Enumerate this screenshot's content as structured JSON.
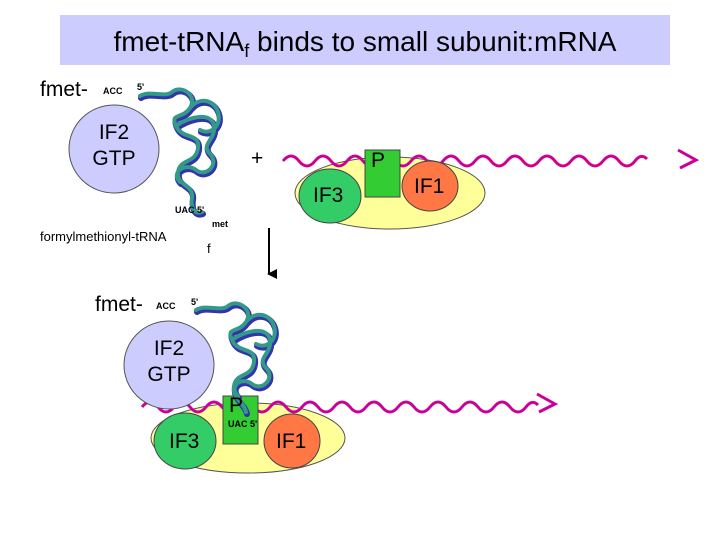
{
  "title": {
    "main": "fmet-tRNA",
    "subscript": "f",
    "rest": " binds to small subunit:mRNA"
  },
  "top": {
    "fmet_prefix": "fmet-",
    "acc": "ACC",
    "five_prime_top": "5'",
    "uac": "UAC 5'",
    "if2_line1": "IF2",
    "if2_line2": "GTP",
    "plus": "+",
    "p_site": "P",
    "if3": "IF3",
    "if1": "IF1",
    "trna_name": "formylmethionyl-tRNA",
    "trna_sup": "met",
    "trna_sub": "f"
  },
  "bottom": {
    "fmet_prefix": "fmet-",
    "acc": "ACC",
    "five_prime_top": "5'",
    "uac": "UAC 5'",
    "if2_line1": "IF2",
    "if2_line2": "GTP",
    "p_site": "P",
    "if3": "IF3",
    "if1": "IF1"
  },
  "colors": {
    "title_bg": "#ccccff",
    "if2": "#ccccff",
    "subunit": "#ffff99",
    "if3": "#33cc66",
    "if1": "#ff7744",
    "p_site": "#33cc33",
    "mrna": "#cc0099",
    "trna": "#339988"
  }
}
